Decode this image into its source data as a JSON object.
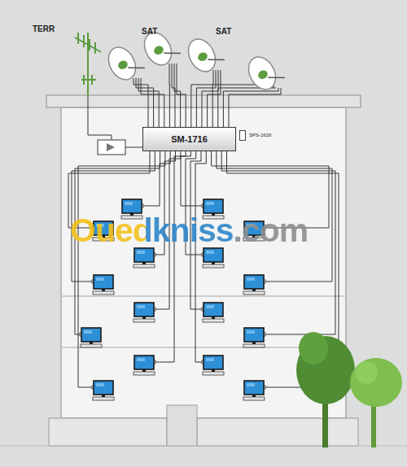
{
  "diagram": {
    "nodes": [
      {
        "text": [
          "SM-1716"
        ]
      },
      {
        "text": [
          "SPS-1620"
        ]
      }
    ],
    "labels": [
      "TERR",
      "SAT",
      "SAT",
      "Ouedkniss.com"
    ]
  }
}
